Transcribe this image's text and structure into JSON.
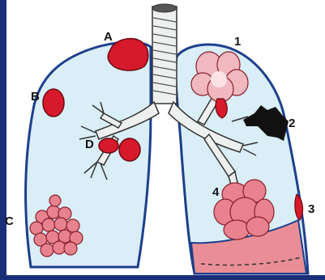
{
  "labels": {
    "A": "A",
    "B": "B",
    "C": "C",
    "D": "D",
    "n1": "1",
    "n2": "2",
    "n3": "3",
    "n4": "4"
  },
  "colors": {
    "lung_fill": "#d9eef6",
    "lung_outline": "#1d3f8c",
    "lesion_red": "#d7192c",
    "nodule_pink": "#e8828f",
    "effusion_pink": "#e98e96",
    "cavity_black": "#111111",
    "airway_gray": "#eef0f0",
    "border_blue": "#1b2f78"
  }
}
